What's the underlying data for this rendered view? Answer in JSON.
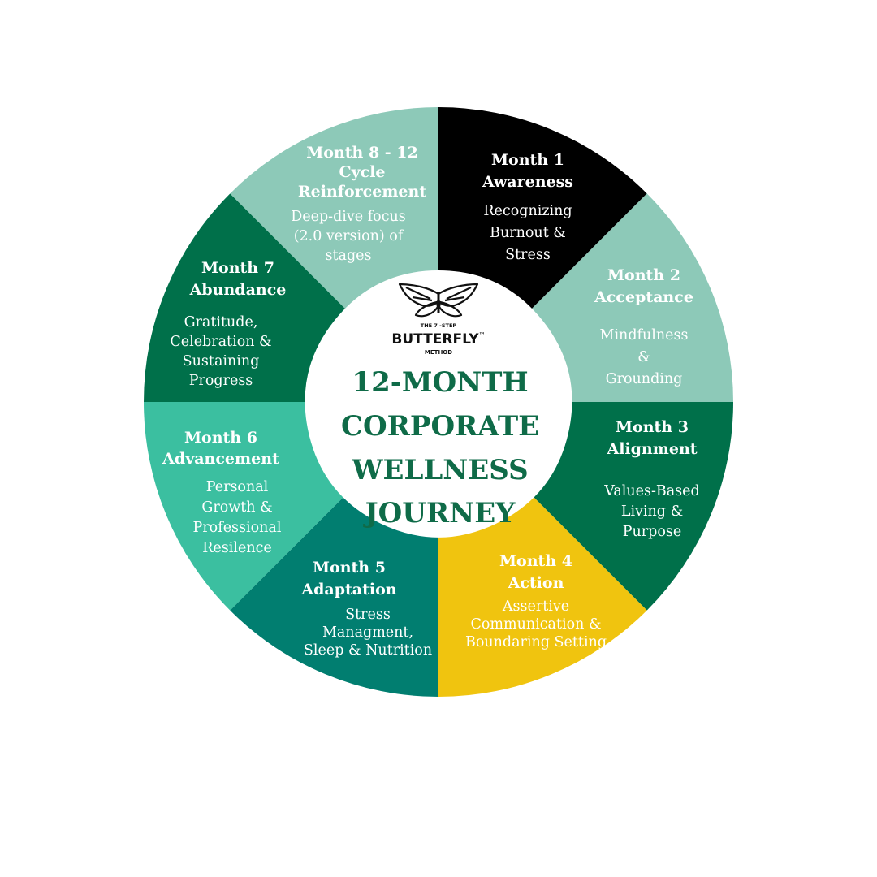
{
  "center": {
    "logo": {
      "tagline": "THE 7 -STEP",
      "name": "BUTTERFLY",
      "trademark": "™",
      "method": "METHOD"
    },
    "title_lines": [
      "12-MONTH",
      "CORPORATE",
      "WELLNESS",
      "JOURNEY"
    ]
  },
  "segments": [
    {
      "id": "month-1",
      "title_lines": [
        "Month 1",
        "Awareness"
      ],
      "desc_lines": [
        "Recognizing",
        "Burnout &",
        "Stress"
      ],
      "color": "#000000",
      "text_color": "#ffffff"
    },
    {
      "id": "month-2",
      "title_lines": [
        "Month 2",
        "Acceptance"
      ],
      "desc_lines": [
        "Mindfulness",
        "&",
        "Grounding"
      ],
      "color": "#8dc9b8",
      "text_color": "#ffffff"
    },
    {
      "id": "month-3",
      "title_lines": [
        "Month 3",
        "Alignment"
      ],
      "desc_lines": [
        "Values-Based",
        "Living &",
        "Purpose"
      ],
      "color": "#00704a",
      "text_color": "#ffffff"
    },
    {
      "id": "month-4",
      "title_lines": [
        "Month 4",
        "Action"
      ],
      "desc_lines": [
        "Assertive",
        "Communication &",
        "Boundaring Setting"
      ],
      "color": "#f0c40f",
      "text_color": "#ffffff"
    },
    {
      "id": "month-5",
      "title_lines": [
        "Month 5",
        "Adaptation"
      ],
      "desc_lines": [
        "Stress",
        "Managment,",
        "Sleep & Nutrition"
      ],
      "color": "#017e70",
      "text_color": "#ffffff"
    },
    {
      "id": "month-6",
      "title_lines": [
        "Month 6",
        "Advancement"
      ],
      "desc_lines": [
        "Personal",
        "Growth &",
        "Professional",
        "Resilence"
      ],
      "color": "#3bbfa0",
      "text_color": "#ffffff"
    },
    {
      "id": "month-7",
      "title_lines": [
        "Month 7",
        "Abundance"
      ],
      "desc_lines": [
        "Gratitude,",
        "Celebration &",
        "Sustaining",
        "Progress"
      ],
      "color": "#00704a",
      "text_color": "#ffffff"
    },
    {
      "id": "month-8-12",
      "title_lines": [
        "Month 8 - 12",
        "Cycle",
        "Reinforcement"
      ],
      "desc_lines": [
        "Deep-dive focus",
        "(2.0 version) of",
        "stages"
      ],
      "color": "#8dc9b8",
      "text_color": "#ffffff"
    }
  ]
}
